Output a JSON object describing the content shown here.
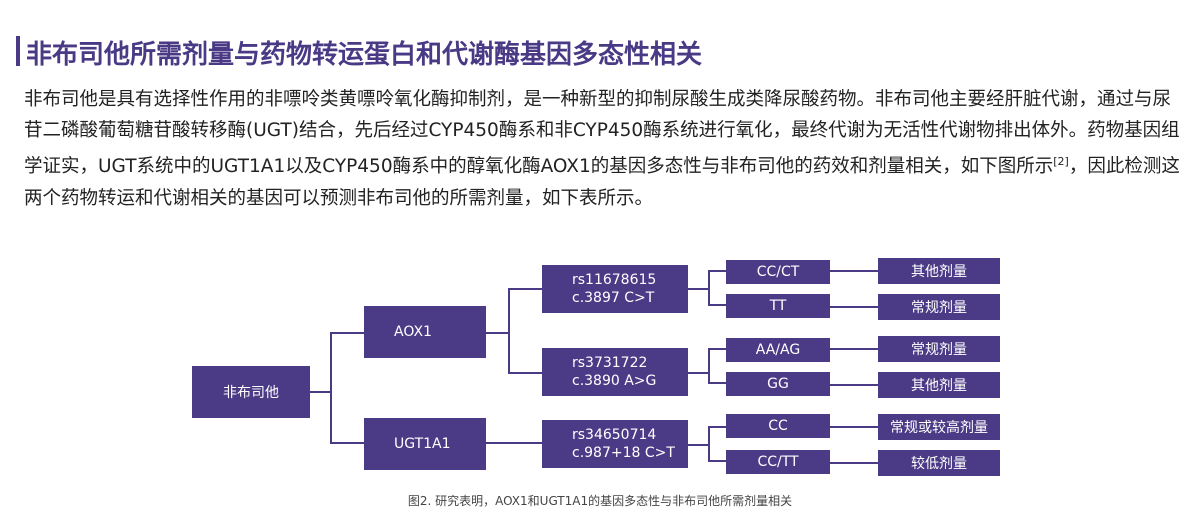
{
  "title": "非布司他所需剂量与药物转运蛋白和代谢酶基因多态性相关",
  "paragraph": {
    "main": "非布司他是具有选择性作用的非嘌呤类黄嘌呤氧化酶抑制剂，是一种新型的抑制尿酸生成类降尿酸药物。非布司他主要经肝脏代谢，通过与尿苷二磷酸葡萄糖苷酸转移酶(UGT)结合，先后经过CYP450酶系和非CYP450酶系统进行氧化，最终代谢为无活性代谢物排出体外。药物基因组学证实，UGT系统中的UGT1A1以及CYP450酶系中的醇氧化酶AOX1的基因多态性与非布司他的药效和剂量相关，如下图所示",
    "ref": "[2]",
    "tail": "，因此检测这两个药物转运和代谢相关的基因可以预测非布司他的所需剂量，如下表所示。"
  },
  "diagram": {
    "root": "非布司他",
    "genes": [
      "AOX1",
      "UGT1A1"
    ],
    "snps": [
      {
        "rs": "rs11678615",
        "c": "c.3897 C>T"
      },
      {
        "rs": "rs3731722",
        "c": "c.3890 A>G"
      },
      {
        "rs": "rs34650714",
        "c": "c.987+18 C>T"
      }
    ],
    "genotypes": [
      "CC/CT",
      "TT",
      "AA/AG",
      "GG",
      "CC",
      "CC/TT"
    ],
    "doses": [
      "其他剂量",
      "常规剂量",
      "常规剂量",
      "其他剂量",
      "常规或较高剂量",
      "较低剂量"
    ],
    "accent": "#4b3b86"
  },
  "caption": "图2. 研究表明，AOX1和UGT1A1的基因多态性与非布司他所需剂量相关"
}
